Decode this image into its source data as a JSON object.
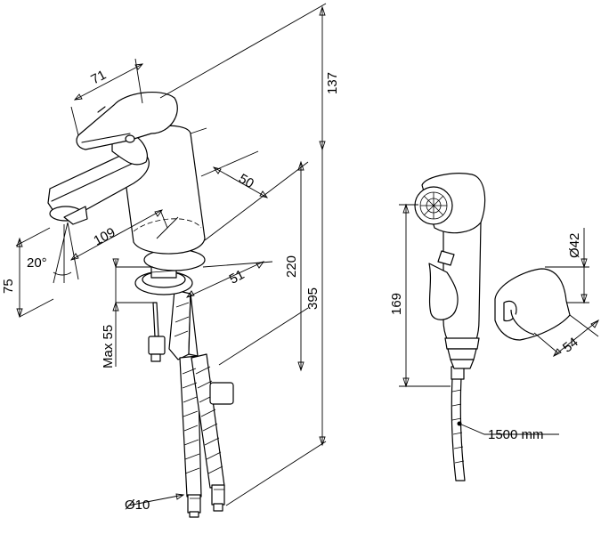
{
  "dimensions": {
    "handle_width": "71",
    "height_top": "137",
    "body_depth": "50",
    "spout_reach": "109",
    "angle": "20°",
    "base_diameter": "51",
    "height_mid": "220",
    "height_total": "395",
    "spout_height": "75",
    "max_thickness": "Max 55",
    "hose_diameter": "Ø10",
    "spray_length": "169",
    "holder_diameter": "Ø42",
    "holder_depth": "54",
    "hose_length": "1500 mm"
  }
}
